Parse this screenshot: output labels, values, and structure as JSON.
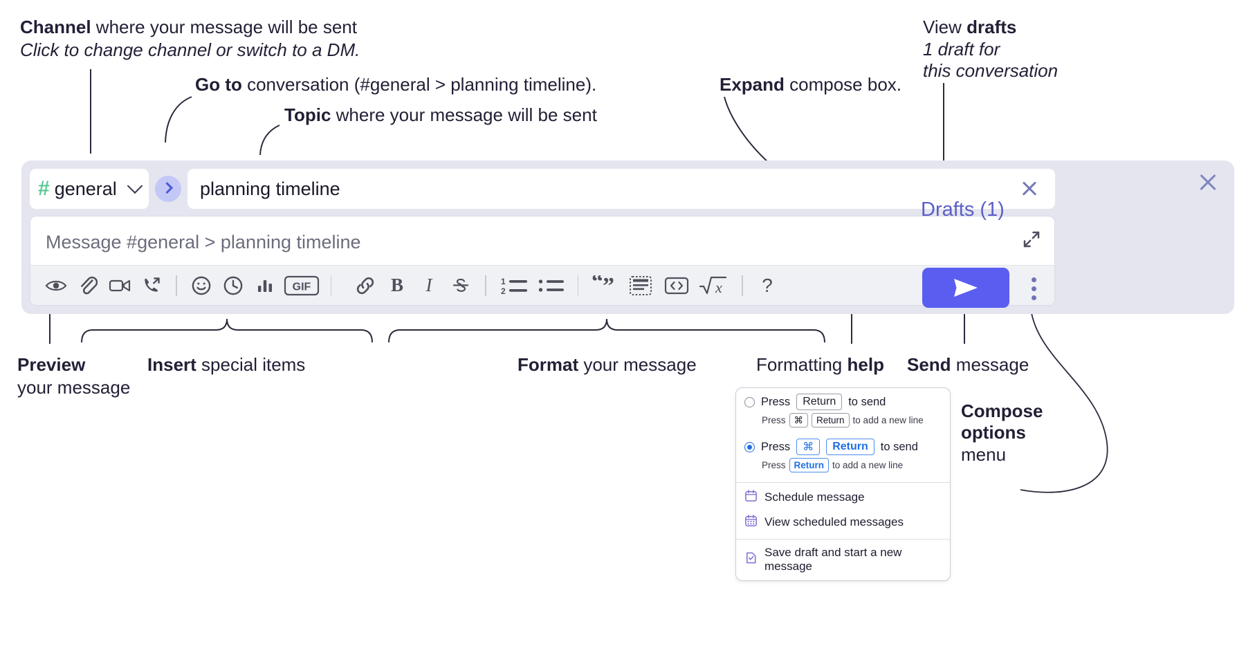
{
  "annotations": {
    "channel": {
      "bold": "Channel",
      "rest": " where your message will be sent",
      "italic": "Click to change channel or switch to a DM."
    },
    "goto": {
      "bold": "Go to",
      "rest": " conversation (#general > planning timeline)."
    },
    "topic": {
      "bold": "Topic",
      "rest": " where your message will be sent"
    },
    "expand": {
      "bold": "Expand",
      "rest": " compose box."
    },
    "drafts": {
      "rest": "View ",
      "bold": "drafts",
      "italic_line1": "1 draft for",
      "italic_line2": "this conversation"
    },
    "preview": {
      "bold": "Preview",
      "line2": "your message"
    },
    "insert": {
      "bold": "Insert",
      "rest": " special items"
    },
    "format": {
      "bold": "Format",
      "rest": " your message"
    },
    "formatting_help": {
      "rest": "Formatting ",
      "bold": "help"
    },
    "send": {
      "bold": "Send",
      "rest": " message"
    },
    "compose_options": {
      "bold_line1": "Compose",
      "bold_line2": "options",
      "line3": "menu"
    }
  },
  "compose": {
    "channel_name": "general",
    "channel_hash": "#",
    "topic_value": "planning timeline",
    "message_placeholder": "Message #general > planning timeline",
    "drafts_label": "Drafts (1)",
    "toolbar_left": [
      {
        "name": "preview-icon",
        "label": "Preview"
      },
      {
        "name": "attachment-icon",
        "label": "Attach file"
      },
      {
        "name": "video-icon",
        "label": "Video"
      },
      {
        "name": "call-icon",
        "label": "Call"
      }
    ],
    "toolbar_insert": [
      {
        "name": "emoji-icon",
        "label": "Emoji"
      },
      {
        "name": "clock-icon",
        "label": "Reminder"
      },
      {
        "name": "poll-icon",
        "label": "Poll"
      },
      {
        "name": "gif-icon",
        "label": "GIF"
      }
    ],
    "toolbar_format": [
      {
        "name": "link-icon",
        "label": "Link"
      },
      {
        "name": "bold-icon",
        "label": "B"
      },
      {
        "name": "italic-icon",
        "label": "I"
      },
      {
        "name": "strikethrough-icon",
        "label": "Strikethrough"
      }
    ],
    "toolbar_lists": [
      {
        "name": "ordered-list-icon",
        "label": "Numbered list"
      },
      {
        "name": "bulleted-list-icon",
        "label": "Bulleted list"
      }
    ],
    "toolbar_blocks": [
      {
        "name": "quote-icon",
        "label": "Quote"
      },
      {
        "name": "code-block-icon",
        "label": "Code block"
      },
      {
        "name": "inline-code-icon",
        "label": "Code"
      },
      {
        "name": "math-icon",
        "label": "Math"
      }
    ],
    "toolbar_help": {
      "name": "help-icon",
      "label": "?"
    }
  },
  "options_menu": {
    "option1": {
      "press": "Press",
      "key": "Return",
      "to_send": "to send",
      "sub_press": "Press",
      "sub_key1": "⌘",
      "sub_key2": "Return",
      "sub_tail": "to add a new line",
      "selected": false
    },
    "option2": {
      "press": "Press",
      "key1": "⌘",
      "key2": "Return",
      "to_send": "to send",
      "sub_press": "Press",
      "sub_key1": "Return",
      "sub_tail": "to add a new line",
      "selected": true
    },
    "items": [
      {
        "icon": "calendar-schedule-icon",
        "label": "Schedule message"
      },
      {
        "icon": "calendar-view-icon",
        "label": "View scheduled messages"
      },
      {
        "icon": "save-draft-icon",
        "label": "Save draft and start a new message"
      }
    ]
  },
  "colors": {
    "accent": "#5a5ef0",
    "panel_bg": "#e4e5ef",
    "drafts_text": "#5b5fc7",
    "hash_green": "#5bc795",
    "radio_blue": "#1f6fe5"
  }
}
